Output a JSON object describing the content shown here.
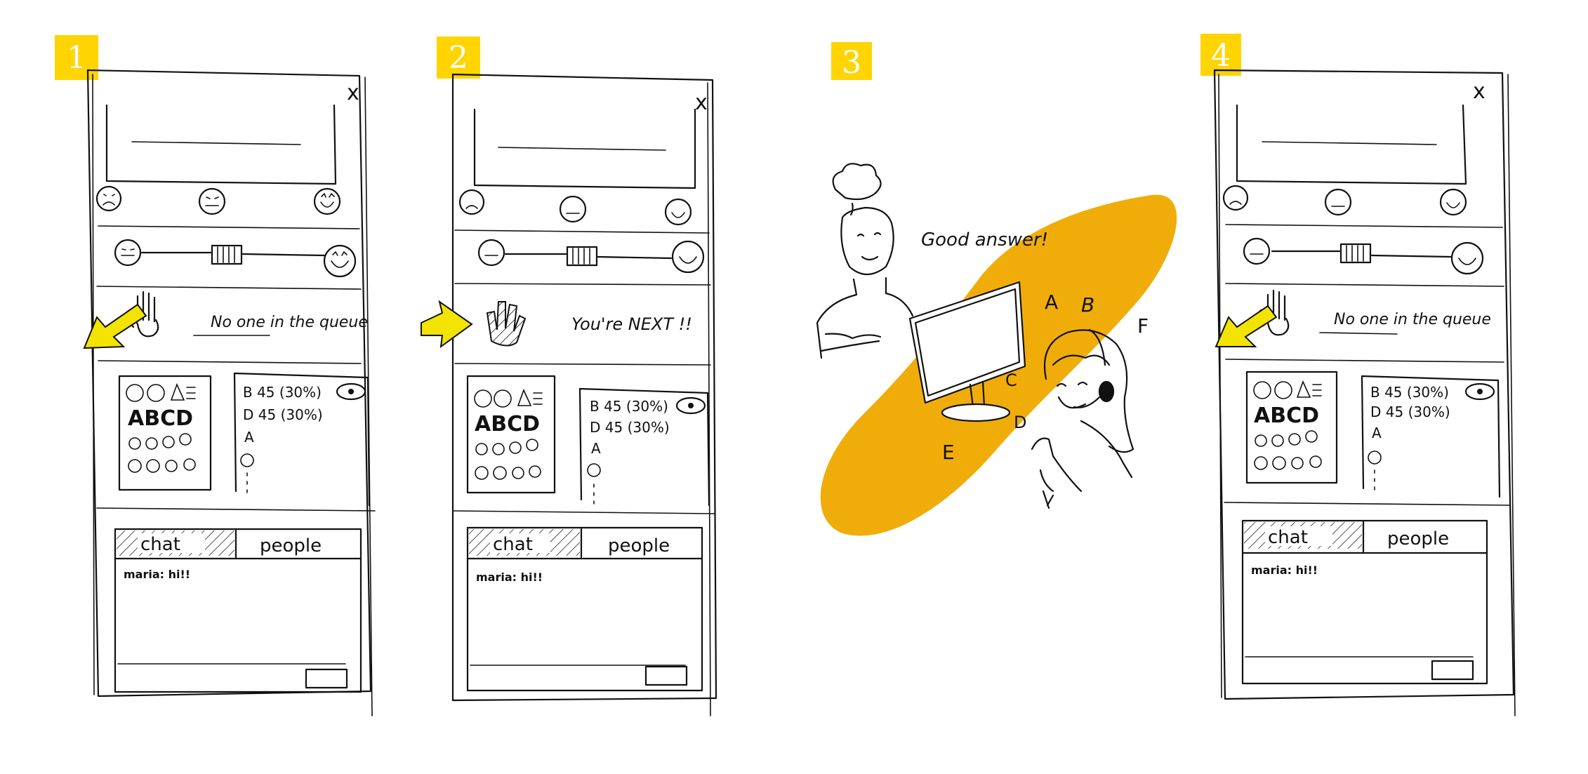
{
  "colors": {
    "badge": "#FFD400",
    "blob": "#F0AD0A",
    "arrow": "#F2E400",
    "ink": "#111111"
  },
  "frames": [
    {
      "badge": "1",
      "close_label": "x",
      "queue_status": "No one in the queue",
      "poll_lines": [
        "B  45 (30%)",
        "D  45 (30%)",
        "A"
      ],
      "tabs": {
        "chat": "chat",
        "people": "people"
      },
      "chat_message": "maria: hi!!",
      "hand_state": "raised-hand-icon"
    },
    {
      "badge": "2",
      "close_label": "x",
      "queue_status": "You're NEXT !!",
      "poll_lines": [
        "B  45 (30%)",
        "D  45 (30%)",
        "A"
      ],
      "tabs": {
        "chat": "chat",
        "people": "people"
      },
      "chat_message": "maria: hi!!",
      "hand_state": "raised-hand-filled-icon"
    },
    {
      "badge": "3",
      "speech": "Good answer!",
      "letters": [
        "A",
        "B",
        "C",
        "D",
        "E",
        "F"
      ]
    },
    {
      "badge": "4",
      "close_label": "x",
      "queue_status": "No one in the queue",
      "poll_lines": [
        "B  45 (30%)",
        "D  45 (30%)",
        "A"
      ],
      "tabs": {
        "chat": "chat",
        "people": "people"
      },
      "chat_message": "maria: hi!!",
      "hand_state": "raised-hand-icon"
    }
  ]
}
